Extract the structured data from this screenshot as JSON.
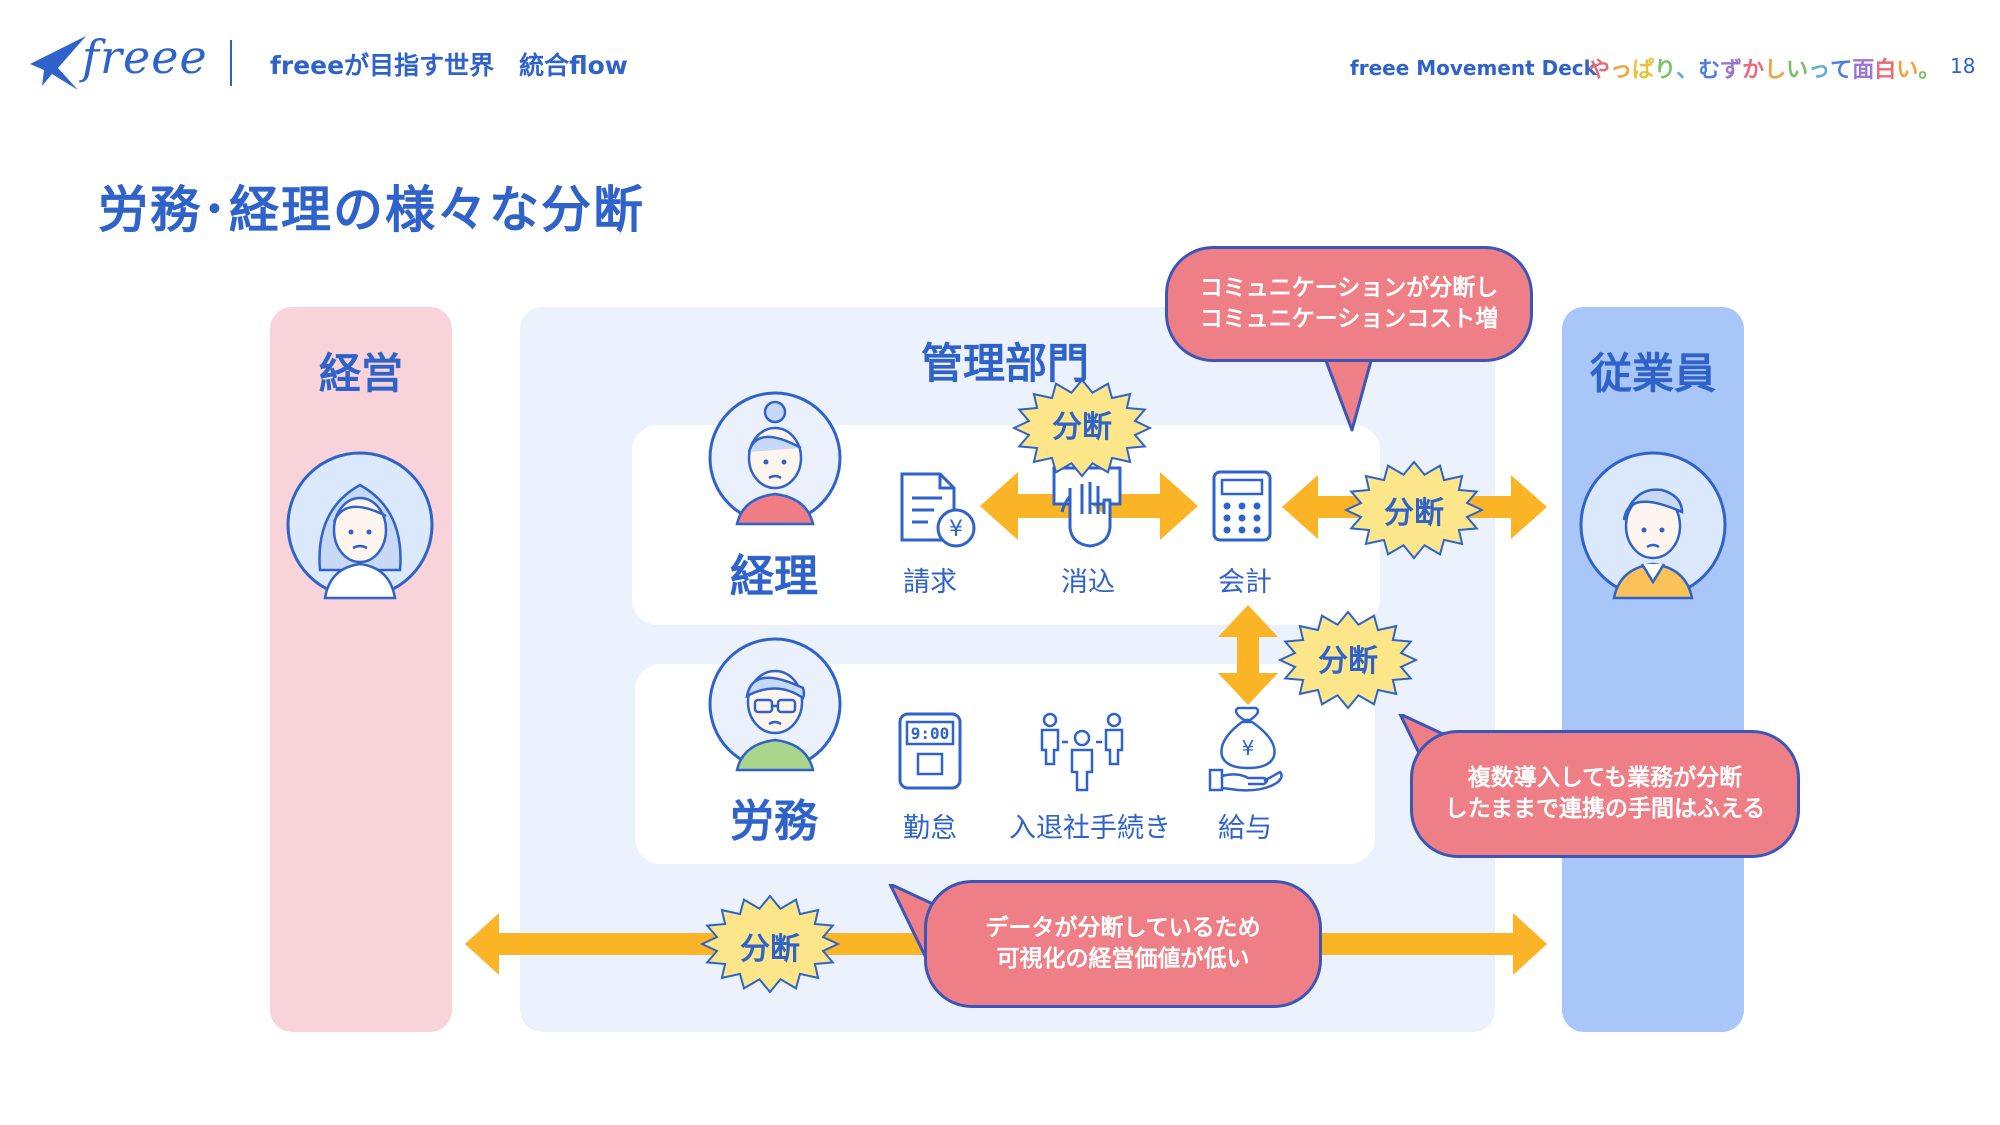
{
  "header": {
    "logo_text": "freee",
    "title": "freeeが目指す世界　統合flow",
    "deck_name": "freee Movement Deck",
    "tagline_chars": [
      "や",
      "っ",
      "ぱ",
      "り",
      "、",
      "む",
      "ず",
      "か",
      "し",
      "い",
      "っ",
      "て",
      "面",
      "白",
      "い",
      "。"
    ],
    "tagline_colors": [
      "#e86b7a",
      "#f0a33a",
      "#e9c23a",
      "#7cc06a",
      "#5ab0d8",
      "#4f7fd8",
      "#9a78d2",
      "#e86b7a",
      "#f0a33a",
      "#7cc06a",
      "#5ab0d8",
      "#4f7fd8",
      "#9a78d2",
      "#e86b7a",
      "#f0a33a",
      "#7cc06a"
    ],
    "page_number": "18"
  },
  "slide": {
    "title": "労務･経理の様々な分断"
  },
  "columns": {
    "exec_label": "経営",
    "admin_label": "管理部門",
    "employee_label": "従業員"
  },
  "roles": {
    "accounting": "経理",
    "labor": "労務"
  },
  "items": {
    "billing": "請求",
    "reconciliation": "消込",
    "accounting": "会計",
    "attendance": "勤怠",
    "onboarding": "入退社手続き",
    "payroll": "給与"
  },
  "icons": {
    "clock_text": "9:00",
    "yen": "¥"
  },
  "bursts": {
    "label": "分断"
  },
  "bubbles": {
    "communication": [
      "コミュニケーションが分断し",
      "コミュニケーションコスト増"
    ],
    "multiple_tools": [
      "複数導入しても業務が分断",
      "したままで連携の手間はふえる"
    ],
    "data": [
      "データが分断しているため",
      "可視化の経営価値が低い"
    ]
  },
  "colors": {
    "brand_blue": "#2f63c9",
    "arrow_orange": "#fbb425",
    "burst_yellow": "#fde68a",
    "bubble_red": "#ef7f86",
    "exec_pink": "#f8d3d9",
    "admin_light": "#ebf2fd",
    "employee_blue": "#a8c6f8"
  }
}
